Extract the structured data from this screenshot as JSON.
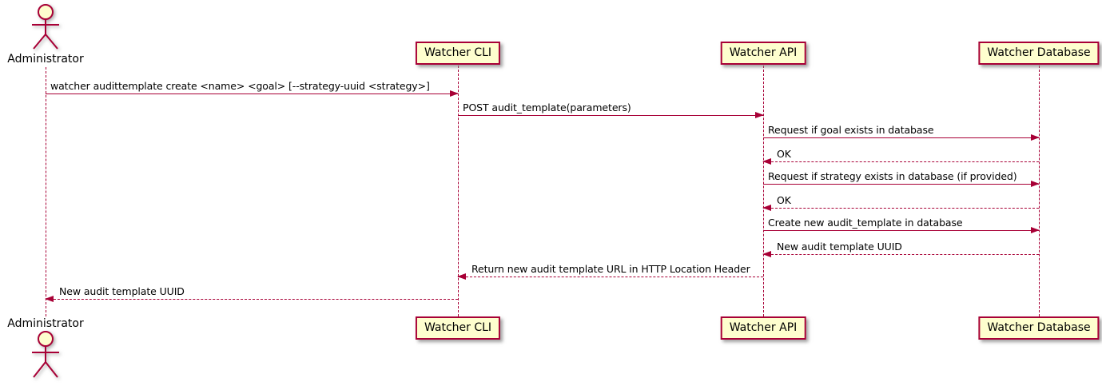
{
  "diagram": {
    "type": "plantuml-sequence-diagram",
    "colors": {
      "accent": "#A80036",
      "participant_fill": "#FEFECE",
      "text": "#000000",
      "background": "#FFFFFF"
    },
    "participants": [
      {
        "name": "Administrator",
        "kind": "actor"
      },
      {
        "name": "Watcher CLI",
        "kind": "participant"
      },
      {
        "name": "Watcher API",
        "kind": "participant"
      },
      {
        "name": "Watcher Database",
        "kind": "participant"
      }
    ],
    "messages": [
      {
        "from": "Administrator",
        "to": "Watcher CLI",
        "line": "solid",
        "direction": "right",
        "text": "watcher audittemplate create <name> <goal> [--strategy-uuid <strategy>]"
      },
      {
        "from": "Watcher CLI",
        "to": "Watcher API",
        "line": "solid",
        "direction": "right",
        "text": "POST audit_template(parameters)"
      },
      {
        "from": "Watcher API",
        "to": "Watcher Database",
        "line": "solid",
        "direction": "right",
        "text": "Request if goal exists in database"
      },
      {
        "from": "Watcher Database",
        "to": "Watcher API",
        "line": "dashed",
        "direction": "left",
        "text": "OK"
      },
      {
        "from": "Watcher API",
        "to": "Watcher Database",
        "line": "solid",
        "direction": "right",
        "text": "Request if strategy exists in database (if provided)"
      },
      {
        "from": "Watcher Database",
        "to": "Watcher API",
        "line": "dashed",
        "direction": "left",
        "text": "OK"
      },
      {
        "from": "Watcher API",
        "to": "Watcher Database",
        "line": "solid",
        "direction": "right",
        "text": "Create new audit_template in database"
      },
      {
        "from": "Watcher Database",
        "to": "Watcher API",
        "line": "dashed",
        "direction": "left",
        "text": "New audit template UUID"
      },
      {
        "from": "Watcher API",
        "to": "Watcher CLI",
        "line": "dashed",
        "direction": "left",
        "text": "Return new audit template URL in HTTP Location Header"
      },
      {
        "from": "Watcher CLI",
        "to": "Administrator",
        "line": "dashed",
        "direction": "left",
        "text": "New audit template UUID"
      }
    ]
  }
}
